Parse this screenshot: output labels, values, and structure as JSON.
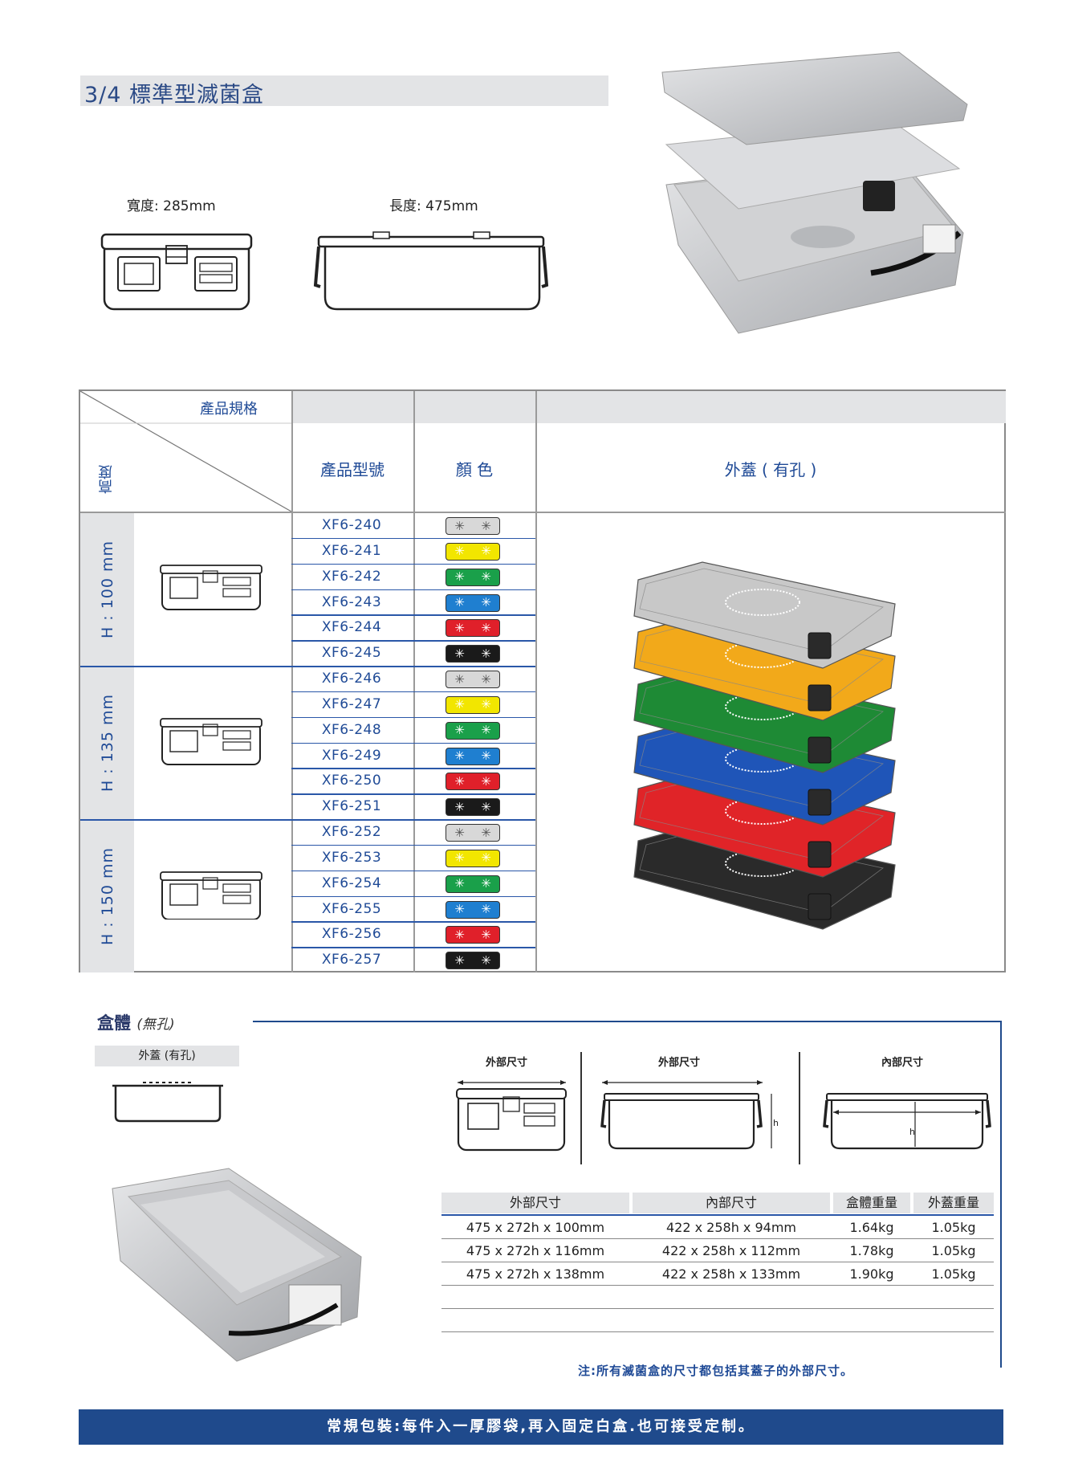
{
  "title": "3/4  標準型滅菌盒",
  "dims": {
    "width_label": "寬度: 285mm",
    "length_label": "長度: 475mm"
  },
  "table": {
    "spec_header": "產品規格",
    "height_header": "高度",
    "model_header": "產品型號",
    "color_header": "顏 色",
    "lid_header": "外蓋 ( 有孔 )",
    "groups": [
      {
        "height": "H : 100 mm",
        "models": [
          "XF6-240",
          "XF6-241",
          "XF6-242",
          "XF6-243",
          "XF6-244",
          "XF6-245"
        ]
      },
      {
        "height": "H : 135 mm",
        "models": [
          "XF6-246",
          "XF6-247",
          "XF6-248",
          "XF6-249",
          "XF6-250",
          "XF6-251"
        ]
      },
      {
        "height": "H : 150 mm",
        "models": [
          "XF6-252",
          "XF6-253",
          "XF6-254",
          "XF6-255",
          "XF6-256",
          "XF6-257"
        ]
      }
    ],
    "swatch_colors": [
      "#d8d8d8",
      "#f2e600",
      "#1aa04a",
      "#1f7fd0",
      "#e0202a",
      "#1a1a1a"
    ]
  },
  "body_section": {
    "title": "盒體",
    "subtitle": "(無孔)",
    "lid_tag": "外蓋 (有孔)",
    "diagram_labels": [
      "外部尺寸",
      "外部尺寸",
      "內部尺寸"
    ],
    "h_mark": "h"
  },
  "spec_table": {
    "headers": [
      "外部尺寸",
      "內部尺寸",
      "盒體重量",
      "外蓋重量"
    ],
    "rows": [
      [
        "475 x 272h x 100mm",
        "422 x 258h x 94mm",
        "1.64kg",
        "1.05kg"
      ],
      [
        "475 x 272h x 116mm",
        "422 x 258h x 112mm",
        "1.78kg",
        "1.05kg"
      ],
      [
        "475 x 272h x 138mm",
        "422 x 258h x 133mm",
        "1.90kg",
        "1.05kg"
      ]
    ]
  },
  "note": "注:所有滅菌盒的尺寸都包括其蓋子的外部尺寸。",
  "footer": "常規包裝:每件入一厚膠袋,再入固定白盒.也可接受定制。",
  "lid_colors": [
    "#c8c8c8",
    "#f2a91a",
    "#1e8a35",
    "#1f55b8",
    "#e02428",
    "#2a2a2a"
  ]
}
